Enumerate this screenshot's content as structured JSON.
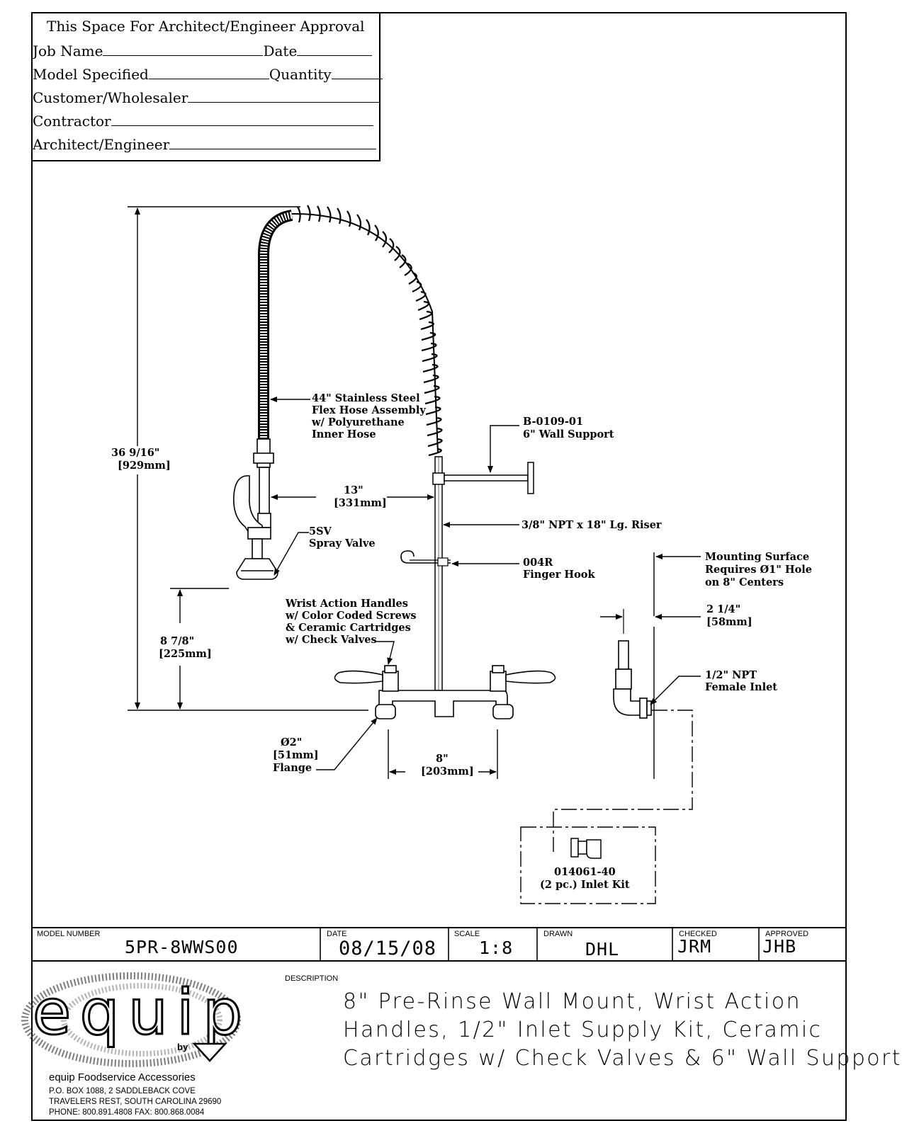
{
  "approval_box": {
    "title": "This Space For Architect/Engineer Approval",
    "job_name": "Job Name",
    "date": "Date",
    "model_specified": "Model Specified",
    "quantity": "Quantity",
    "customer": "Customer/Wholesaler",
    "contractor": "Contractor",
    "architect": "Architect/Engineer"
  },
  "callouts": {
    "hose_1": "44\" Stainless Steel",
    "hose_2": "Flex Hose Assembly",
    "hose_3": "w/ Polyurethane",
    "hose_4": "Inner Hose",
    "support_1": "B-0109-01",
    "support_2": "6\" Wall Support",
    "height_1": "36 9/16\"",
    "height_2": "[929mm]",
    "reach_1": "13\"",
    "reach_2": "[331mm]",
    "riser": "3/8\" NPT x 18\" Lg. Riser",
    "spray_1": "5SV",
    "spray_2": "Spray Valve",
    "hook_1": "004R",
    "hook_2": "Finger Hook",
    "mount_1": "Mounting Surface",
    "mount_2": "Requires Ø1\" Hole",
    "mount_3": "on 8\" Centers",
    "handles_1": "Wrist Action Handles",
    "handles_2": "w/ Color Coded Screws",
    "handles_3": "& Ceramic Cartridges",
    "handles_4": "w/ Check Valves",
    "offset_1": "2 1/4\"",
    "offset_2": "[58mm]",
    "low_1": "8 7/8\"",
    "low_2": "[225mm]",
    "inlet_1": "1/2\" NPT",
    "inlet_2": "Female Inlet",
    "flange_1": "Ø2\"",
    "flange_2": "[51mm]",
    "flange_3": "Flange",
    "centers_1": "8\"",
    "centers_2": "[203mm]",
    "kit_1": "014061-40",
    "kit_2": "(2 pc.) Inlet Kit"
  },
  "title_block": {
    "model_label": "MODEL NUMBER",
    "model_value": "5PR-8WWS00",
    "date_label": "DATE",
    "date_value": "08/15/08",
    "scale_label": "SCALE",
    "scale_value": "1:8",
    "drawn_label": "DRAWN",
    "drawn_value": "DHL",
    "checked_label": "CHECKED",
    "checked_value": "JRM",
    "approved_label": "APPROVED",
    "approved_value": "JHB",
    "description_label": "DESCRIPTION",
    "description_1": "8\" Pre-Rinse Wall Mount, Wrist Action",
    "description_2": "Handles, 1/2\" Inlet Supply Kit, Ceramic",
    "description_3": "Cartridges w/ Check Valves & 6\" Wall Support"
  },
  "company": {
    "logo_text": "equip",
    "by": "by",
    "name": "equip Foodservice Accessories",
    "address_1": "P.O. BOX 1088, 2 SADDLEBACK COVE",
    "address_2": "TRAVELERS REST, SOUTH CAROLINA 29690",
    "phone_fax": "PHONE: 800.891.4808    FAX: 800.868.0084"
  }
}
